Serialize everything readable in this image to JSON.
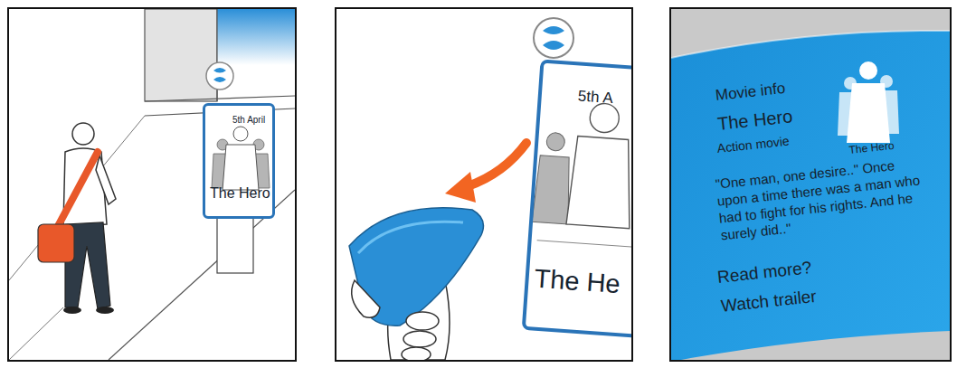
{
  "diagram": {
    "nodes": [
      {
        "text": [
          "5th April",
          "The Hero"
        ]
      },
      {
        "text": [
          "5th A",
          "The He"
        ]
      },
      {
        "text": [
          "Movie info",
          "The Hero",
          "Action movie",
          "The Hero",
          "\"One man, one desire..\" Once upon a time there was a man who had to fight for his rights. And he surely did..\"",
          "Read more?",
          "Watch trailer"
        ]
      }
    ]
  }
}
